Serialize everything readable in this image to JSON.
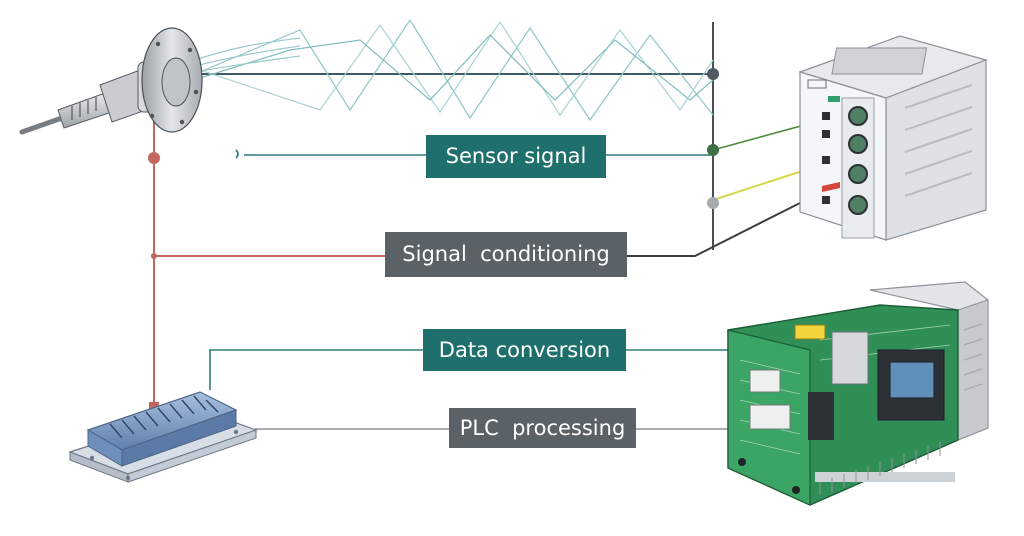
{
  "stages": {
    "sensor_signal": "Sensor signal",
    "signal_conditioning": "Signal  conditioning",
    "data_conversion": "Data conversion",
    "plc_processing": "PLC  processing"
  },
  "colors": {
    "teal": "#1f6f6c",
    "slate": "#5a6167",
    "red_wire": "#c0675f",
    "dark_wire": "#3a3e42",
    "signal_wave": "#8fc7c6",
    "pcb_green": "#2f8f57",
    "heatsink_blue": "#7f9fc6"
  },
  "icons": {
    "sensor": "sensor-probe-icon",
    "conditioner": "signal-conditioner-module-icon",
    "converter": "heatsink-converter-icon",
    "plc": "plc-circuit-board-icon"
  }
}
